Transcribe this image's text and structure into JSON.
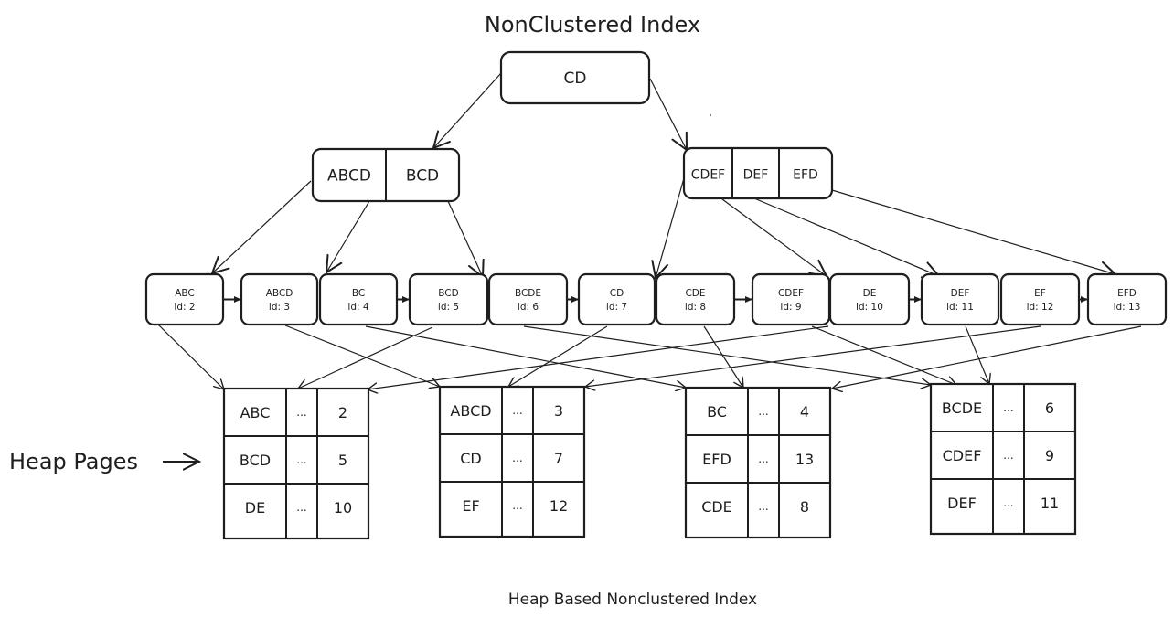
{
  "title": "NonClustered Index",
  "caption": "Heap Based Nonclustered Index",
  "heap_label": "Heap Pages",
  "root": {
    "keys": [
      "CD"
    ]
  },
  "internal": [
    {
      "keys": [
        "ABCD",
        "BCD"
      ]
    },
    {
      "keys": [
        "CDEF",
        "DEF",
        "EFD"
      ]
    }
  ],
  "leaves": [
    {
      "key": "ABC",
      "id_label": "id: 2"
    },
    {
      "key": "ABCD",
      "id_label": "id: 3"
    },
    {
      "key": "BC",
      "id_label": "id: 4"
    },
    {
      "key": "BCD",
      "id_label": "id: 5"
    },
    {
      "key": "BCDE",
      "id_label": "id: 6"
    },
    {
      "key": "CD",
      "id_label": "id: 7"
    },
    {
      "key": "CDE",
      "id_label": "id: 8"
    },
    {
      "key": "CDEF",
      "id_label": "id: 9"
    },
    {
      "key": "DE",
      "id_label": "id: 10"
    },
    {
      "key": "DEF",
      "id_label": "id: 11"
    },
    {
      "key": "EF",
      "id_label": "id: 12"
    },
    {
      "key": "EFD",
      "id_label": "id: 13"
    }
  ],
  "heap_pages": [
    {
      "rows": [
        {
          "key": "ABC",
          "mid": "...",
          "id": "2"
        },
        {
          "key": "BCD",
          "mid": "...",
          "id": "5"
        },
        {
          "key": "DE",
          "mid": "...",
          "id": "10"
        }
      ]
    },
    {
      "rows": [
        {
          "key": "ABCD",
          "mid": "...",
          "id": "3"
        },
        {
          "key": "CD",
          "mid": "...",
          "id": "7"
        },
        {
          "key": "EF",
          "mid": "...",
          "id": "12"
        }
      ]
    },
    {
      "rows": [
        {
          "key": "BC",
          "mid": "...",
          "id": "4"
        },
        {
          "key": "EFD",
          "mid": "...",
          "id": "13"
        },
        {
          "key": "CDE",
          "mid": "...",
          "id": "8"
        }
      ]
    },
    {
      "rows": [
        {
          "key": "BCDE",
          "mid": "...",
          "id": "6"
        },
        {
          "key": "CDEF",
          "mid": "...",
          "id": "9"
        },
        {
          "key": "DEF",
          "mid": "...",
          "id": "11"
        }
      ]
    }
  ],
  "edges": {
    "root_to_internal": [
      0,
      1
    ],
    "internal_to_leaf": [
      {
        "from": [
          0,
          0
        ],
        "to": 0
      },
      {
        "from": [
          0,
          0
        ],
        "to": 2
      },
      {
        "from": [
          0,
          1
        ],
        "to": 3
      },
      {
        "from": [
          1,
          0
        ],
        "to": 6
      },
      {
        "from": [
          1,
          0
        ],
        "to": 7
      },
      {
        "from": [
          1,
          1
        ],
        "to": 9
      },
      {
        "from": [
          1,
          2
        ],
        "to": 11
      }
    ],
    "leaf_chain": [
      [
        0,
        1
      ],
      [
        2,
        3
      ],
      [
        4,
        5
      ],
      [
        6,
        7
      ],
      [
        8,
        9
      ],
      [
        10,
        11
      ]
    ],
    "leaf_to_heap": [
      {
        "leaf": 0,
        "page": 0
      },
      {
        "leaf": 1,
        "page": 1
      },
      {
        "leaf": 2,
        "page": 2
      },
      {
        "leaf": 3,
        "page": 0
      },
      {
        "leaf": 4,
        "page": 3
      },
      {
        "leaf": 5,
        "page": 1
      },
      {
        "leaf": 6,
        "page": 2
      },
      {
        "leaf": 7,
        "page": 3
      },
      {
        "leaf": 8,
        "page": 0
      },
      {
        "leaf": 9,
        "page": 3
      },
      {
        "leaf": 10,
        "page": 1
      },
      {
        "leaf": 11,
        "page": 2
      }
    ]
  }
}
